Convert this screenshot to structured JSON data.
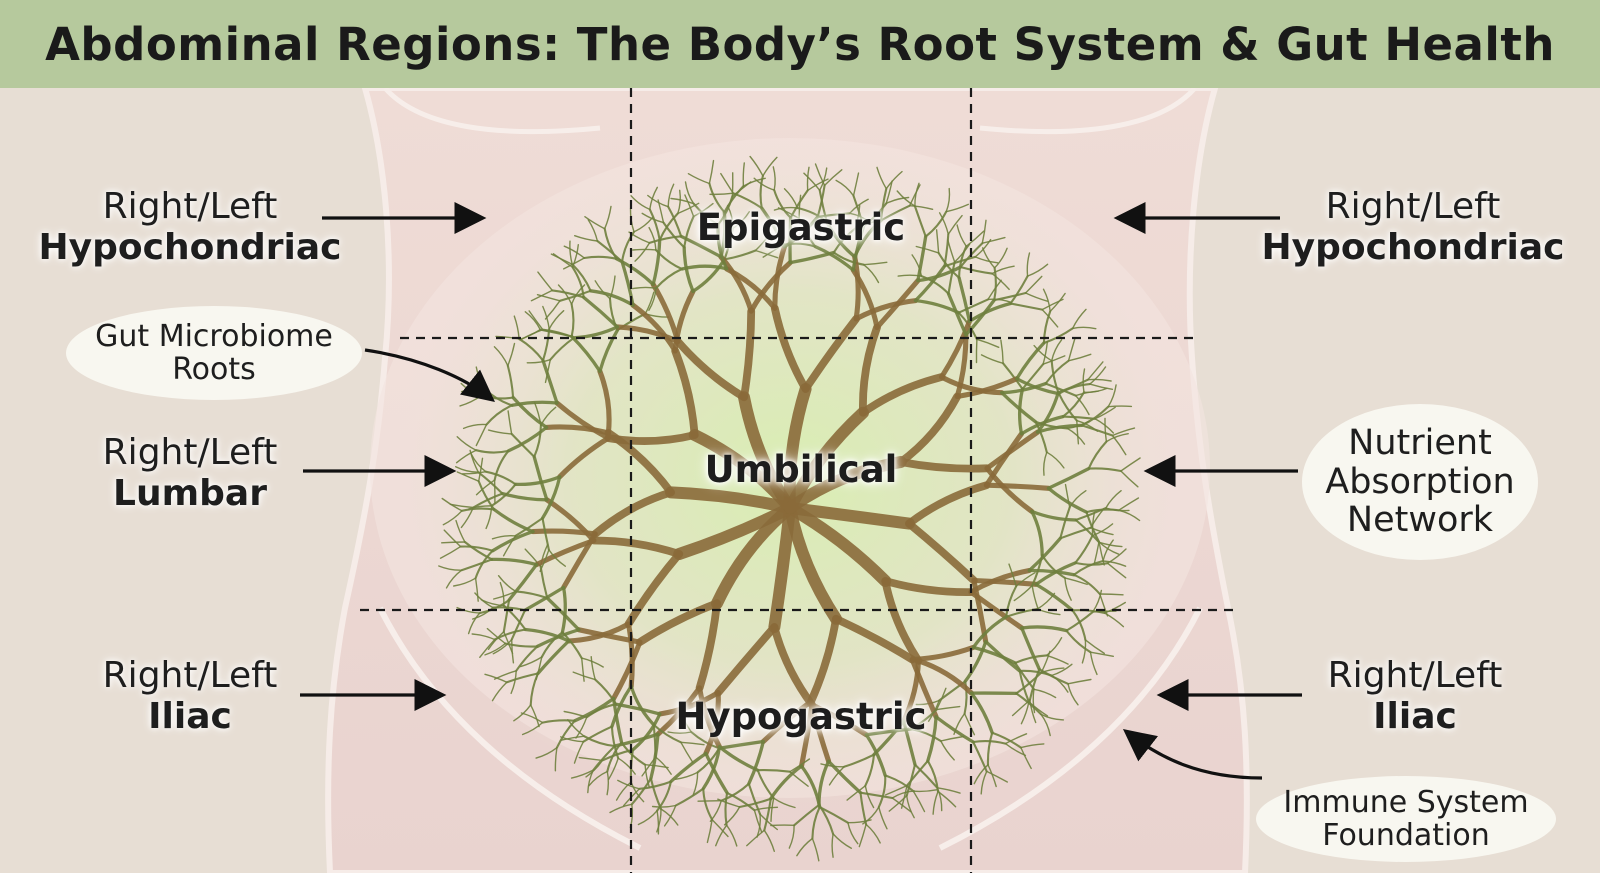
{
  "title": "Abdominal Regions: The Body’s Root System & Gut Health",
  "regions": {
    "epigastric": "Epigastric",
    "umbilical": "Umbilical",
    "hypogastric": "Hypogastric"
  },
  "side_labels": {
    "hypochondriac_left": {
      "line1": "Right/Left",
      "line2": "Hypochondriac"
    },
    "hypochondriac_right": {
      "line1": "Right/Left",
      "line2": "Hypochondriac"
    },
    "lumbar_left": {
      "line1": "Right/Left",
      "line2": "Lumbar"
    },
    "iliac_left": {
      "line1": "Right/Left",
      "line2": "Iliac"
    },
    "iliac_right": {
      "line1": "Right/Left",
      "line2": "Iliac"
    }
  },
  "callouts": {
    "gut_microbiome": {
      "line1": "Gut Microbiome",
      "line2": "Roots"
    },
    "nutrient": {
      "line1": "Nutrient",
      "line2": "Absorption",
      "line3": "Network"
    },
    "immune": {
      "line1": "Immune System",
      "line2": "Foundation"
    }
  },
  "colors": {
    "title_band": "#b6c99d",
    "background": "#e7ded4",
    "root_brown": "#8a6a3a",
    "root_green": "#6f7f3e",
    "glow": "#cfe7a8"
  }
}
